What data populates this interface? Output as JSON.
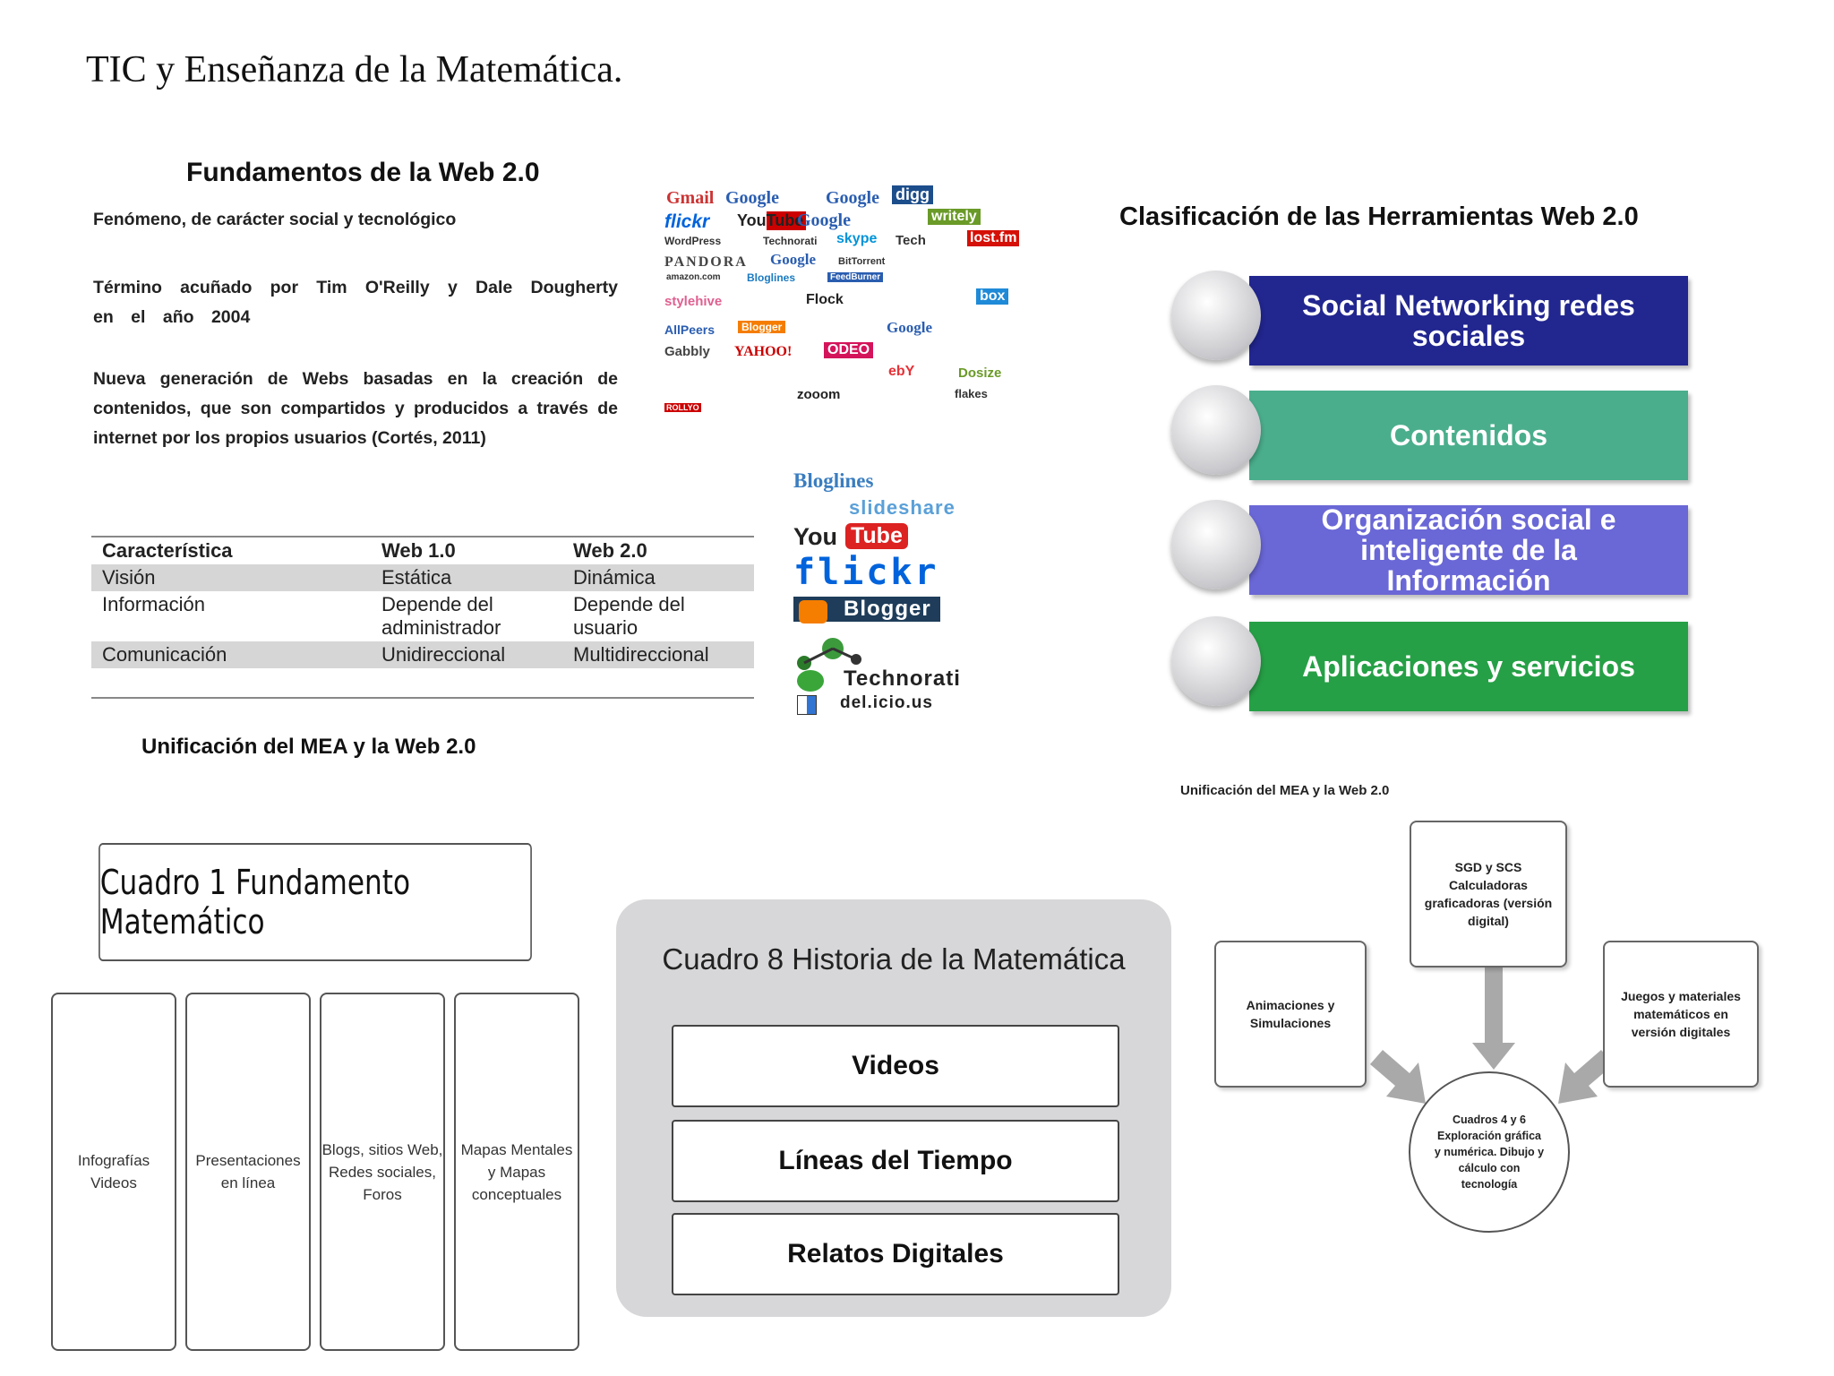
{
  "page": {
    "title": "TIC y Enseñanza de la Matemática."
  },
  "fundamentos": {
    "title": "Fundamentos de la Web 2.0",
    "p1": "Fenómeno, de carácter social y tecnológico",
    "p2": "Término acuñado por Tim O'Reilly y Dale Dougherty en el año 2004",
    "p3": "Nueva generación de Webs basadas en la creación de contenidos, que son compartidos y producidos a través de internet por los propios usuarios (Cortés, 2011)",
    "table": {
      "headers": [
        "Característica",
        "Web 1.0",
        "Web 2.0"
      ],
      "rows": [
        [
          "Visión",
          "Estática",
          "Dinámica"
        ],
        [
          "Información",
          "Depende del administrador",
          "Depende del usuario"
        ],
        [
          "Comunicación",
          "Unidireccional",
          "Multidireccional"
        ]
      ]
    },
    "caption": "Unificación del MEA y la Web 2.0"
  },
  "logos": {
    "collage": [
      "Gmail",
      "Google",
      "Google",
      "digg",
      "flickr",
      "YouTube",
      "Google",
      "writely",
      "WordPress",
      "Technorati",
      "skype",
      "Tech",
      "lost.fm",
      "PANDORA",
      "Google",
      "BitTorrent",
      "amazon.com",
      "Bloglines",
      "FeedBurner",
      "stylehive",
      "Flock",
      "box",
      "AllPeers",
      "Blogger",
      "Google",
      "Gabbly",
      "YAHOO!",
      "ODEO",
      "ebY",
      "Dosize",
      "zooom",
      "flakes",
      "ROLLYO"
    ],
    "list": [
      "Bloglines",
      "slideshare",
      "You",
      "Tube",
      "flickr",
      "Blogger",
      "Technorati",
      "del.icio.us"
    ]
  },
  "clasificacion": {
    "title": "Clasificación de las Herramientas Web 2.0",
    "items": [
      {
        "label": "Social Networking redes sociales",
        "color": "#22268f"
      },
      {
        "label": "Contenidos",
        "color": "#4aae8c"
      },
      {
        "label": "Organización social e inteligente de la Información",
        "color": "#6a67d6"
      },
      {
        "label": "Aplicaciones y servicios",
        "color": "#26a046"
      }
    ]
  },
  "cuadro1": {
    "title": "Cuadro 1 Fundamento Matemático",
    "columns": [
      "Infografías Videos",
      "Presentaciones en línea",
      "Blogs, sitios Web, Redes sociales, Foros",
      "Mapas Mentales y Mapas conceptuales"
    ]
  },
  "cuadro8": {
    "title": "Cuadro 8 Historia de la Matemática",
    "items": [
      "Videos",
      "Líneas del Tiempo",
      "Relatos Digitales"
    ]
  },
  "mea": {
    "caption": "Unificación del MEA y la Web 2.0",
    "left": "Animaciones y Simulaciones",
    "top": "SGD y SCS Calculadoras graficadoras (versión digital)",
    "right": "Juegos y materiales matemáticos en versión digitales",
    "center": "Cuadros 4 y 6 Exploración gráfica y numérica. Dibujo y cálculo con tecnología"
  }
}
